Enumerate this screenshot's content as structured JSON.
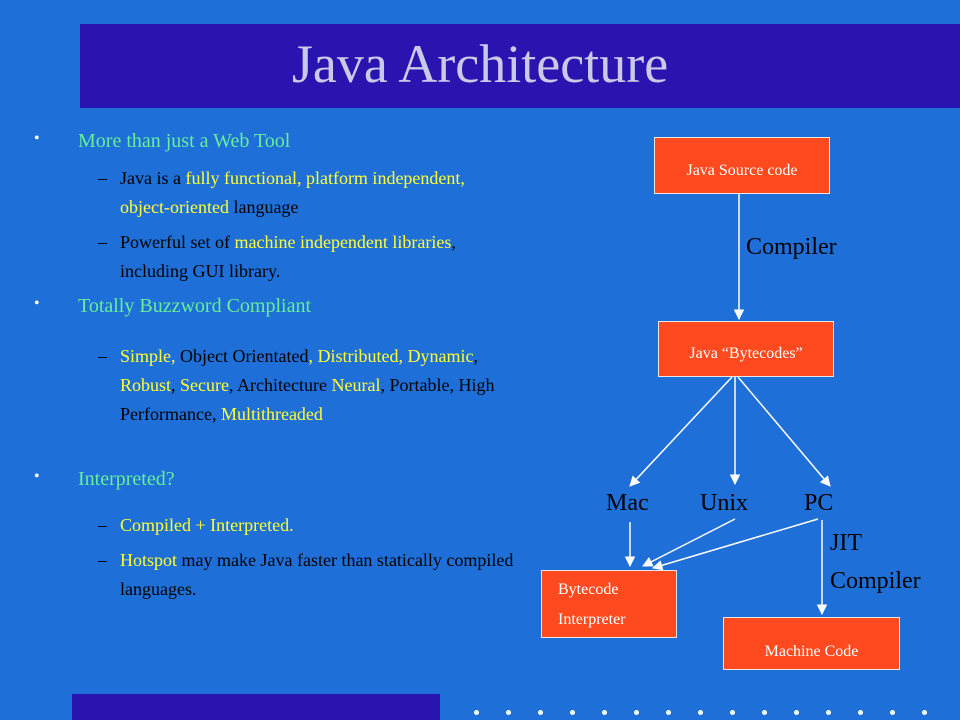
{
  "slide": {
    "title": "Java Architecture"
  },
  "bullets": {
    "b1": "More than just a Web Tool",
    "b1_s1": {
      "p1": "Java is a ",
      "p2": "fully functional, platform independent, object-oriented",
      "p3": " language"
    },
    "b1_s2": {
      "p1": "Powerful set of ",
      "p2": "machine independent libraries",
      "p3": ", including GUI library."
    },
    "b2": "Totally Buzzword Compliant",
    "b2_s1": {
      "a": "Simple, ",
      "b": "Object Orientated",
      "c": ", Distributed, ",
      "d": "Dynamic",
      "e": ", ",
      "f": "Robust",
      "g": ", ",
      "h": "Secure",
      "i": ", Architecture ",
      "j": "Neural",
      "k": ", Portable, High Performance, ",
      "l": "Multithreaded"
    },
    "b3": "Interpreted?",
    "b3_s1": "Compiled + Interpreted.",
    "b3_s2": {
      "p1": "Hotspot",
      "p2": " may make Java faster than statically compiled languages."
    }
  },
  "diagram": {
    "source_box": "Java Source code",
    "compiler_label": "Compiler",
    "bytecodes_box": "Java “Bytecodes”",
    "mac": "Mac",
    "unix": "Unix",
    "pc": "PC",
    "jit_line1": "JIT",
    "jit_line2": "Compiler",
    "interp_line1": "Bytecode",
    "interp_line2": "Interpreter",
    "machine_box": "Machine Code"
  },
  "colors": {
    "background": "#1f6fd9",
    "title_band": "#2a14b0",
    "title_text": "#c9c9e8",
    "level1_text": "#66ee99",
    "highlight_text": "#ffff33",
    "box_fill": "#ff4a1f"
  }
}
